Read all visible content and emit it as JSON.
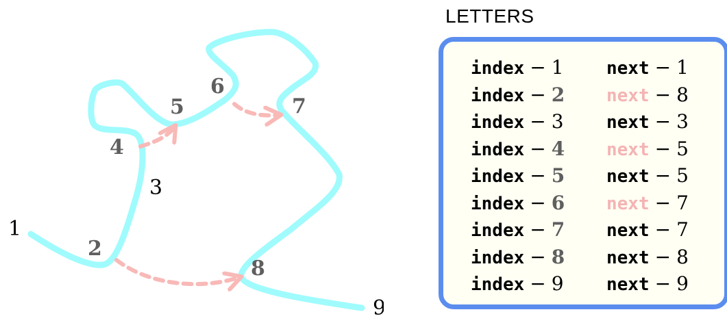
{
  "diagram": {
    "labels": [
      "1",
      "2",
      "3",
      "4",
      "5",
      "6",
      "7",
      "8",
      "9"
    ],
    "colors": {
      "path": "#a0fbfd",
      "arrows": "#f8b9b7",
      "dark_label": "#5f5f5f",
      "light_label": "#000000"
    }
  },
  "panel": {
    "title": "LETTERS",
    "border_color": "#5b8def",
    "background": "#fffff3",
    "rows": [
      {
        "index_kw": "index",
        "index_val": "1",
        "index_gray": false,
        "next_kw": "next",
        "next_val": "1",
        "next_faded": false
      },
      {
        "index_kw": "index",
        "index_val": "2",
        "index_gray": true,
        "next_kw": "next",
        "next_val": "8",
        "next_faded": true
      },
      {
        "index_kw": "index",
        "index_val": "3",
        "index_gray": false,
        "next_kw": "next",
        "next_val": "3",
        "next_faded": false
      },
      {
        "index_kw": "index",
        "index_val": "4",
        "index_gray": true,
        "next_kw": "next",
        "next_val": "5",
        "next_faded": true
      },
      {
        "index_kw": "index",
        "index_val": "5",
        "index_gray": true,
        "next_kw": "next",
        "next_val": "5",
        "next_faded": false
      },
      {
        "index_kw": "index",
        "index_val": "6",
        "index_gray": true,
        "next_kw": "next",
        "next_val": "7",
        "next_faded": true
      },
      {
        "index_kw": "index",
        "index_val": "7",
        "index_gray": true,
        "next_kw": "next",
        "next_val": "7",
        "next_faded": false
      },
      {
        "index_kw": "index",
        "index_val": "8",
        "index_gray": true,
        "next_kw": "next",
        "next_val": "8",
        "next_faded": false
      },
      {
        "index_kw": "index",
        "index_val": "9",
        "index_gray": false,
        "next_kw": "next",
        "next_val": "9",
        "next_faded": false
      }
    ]
  }
}
